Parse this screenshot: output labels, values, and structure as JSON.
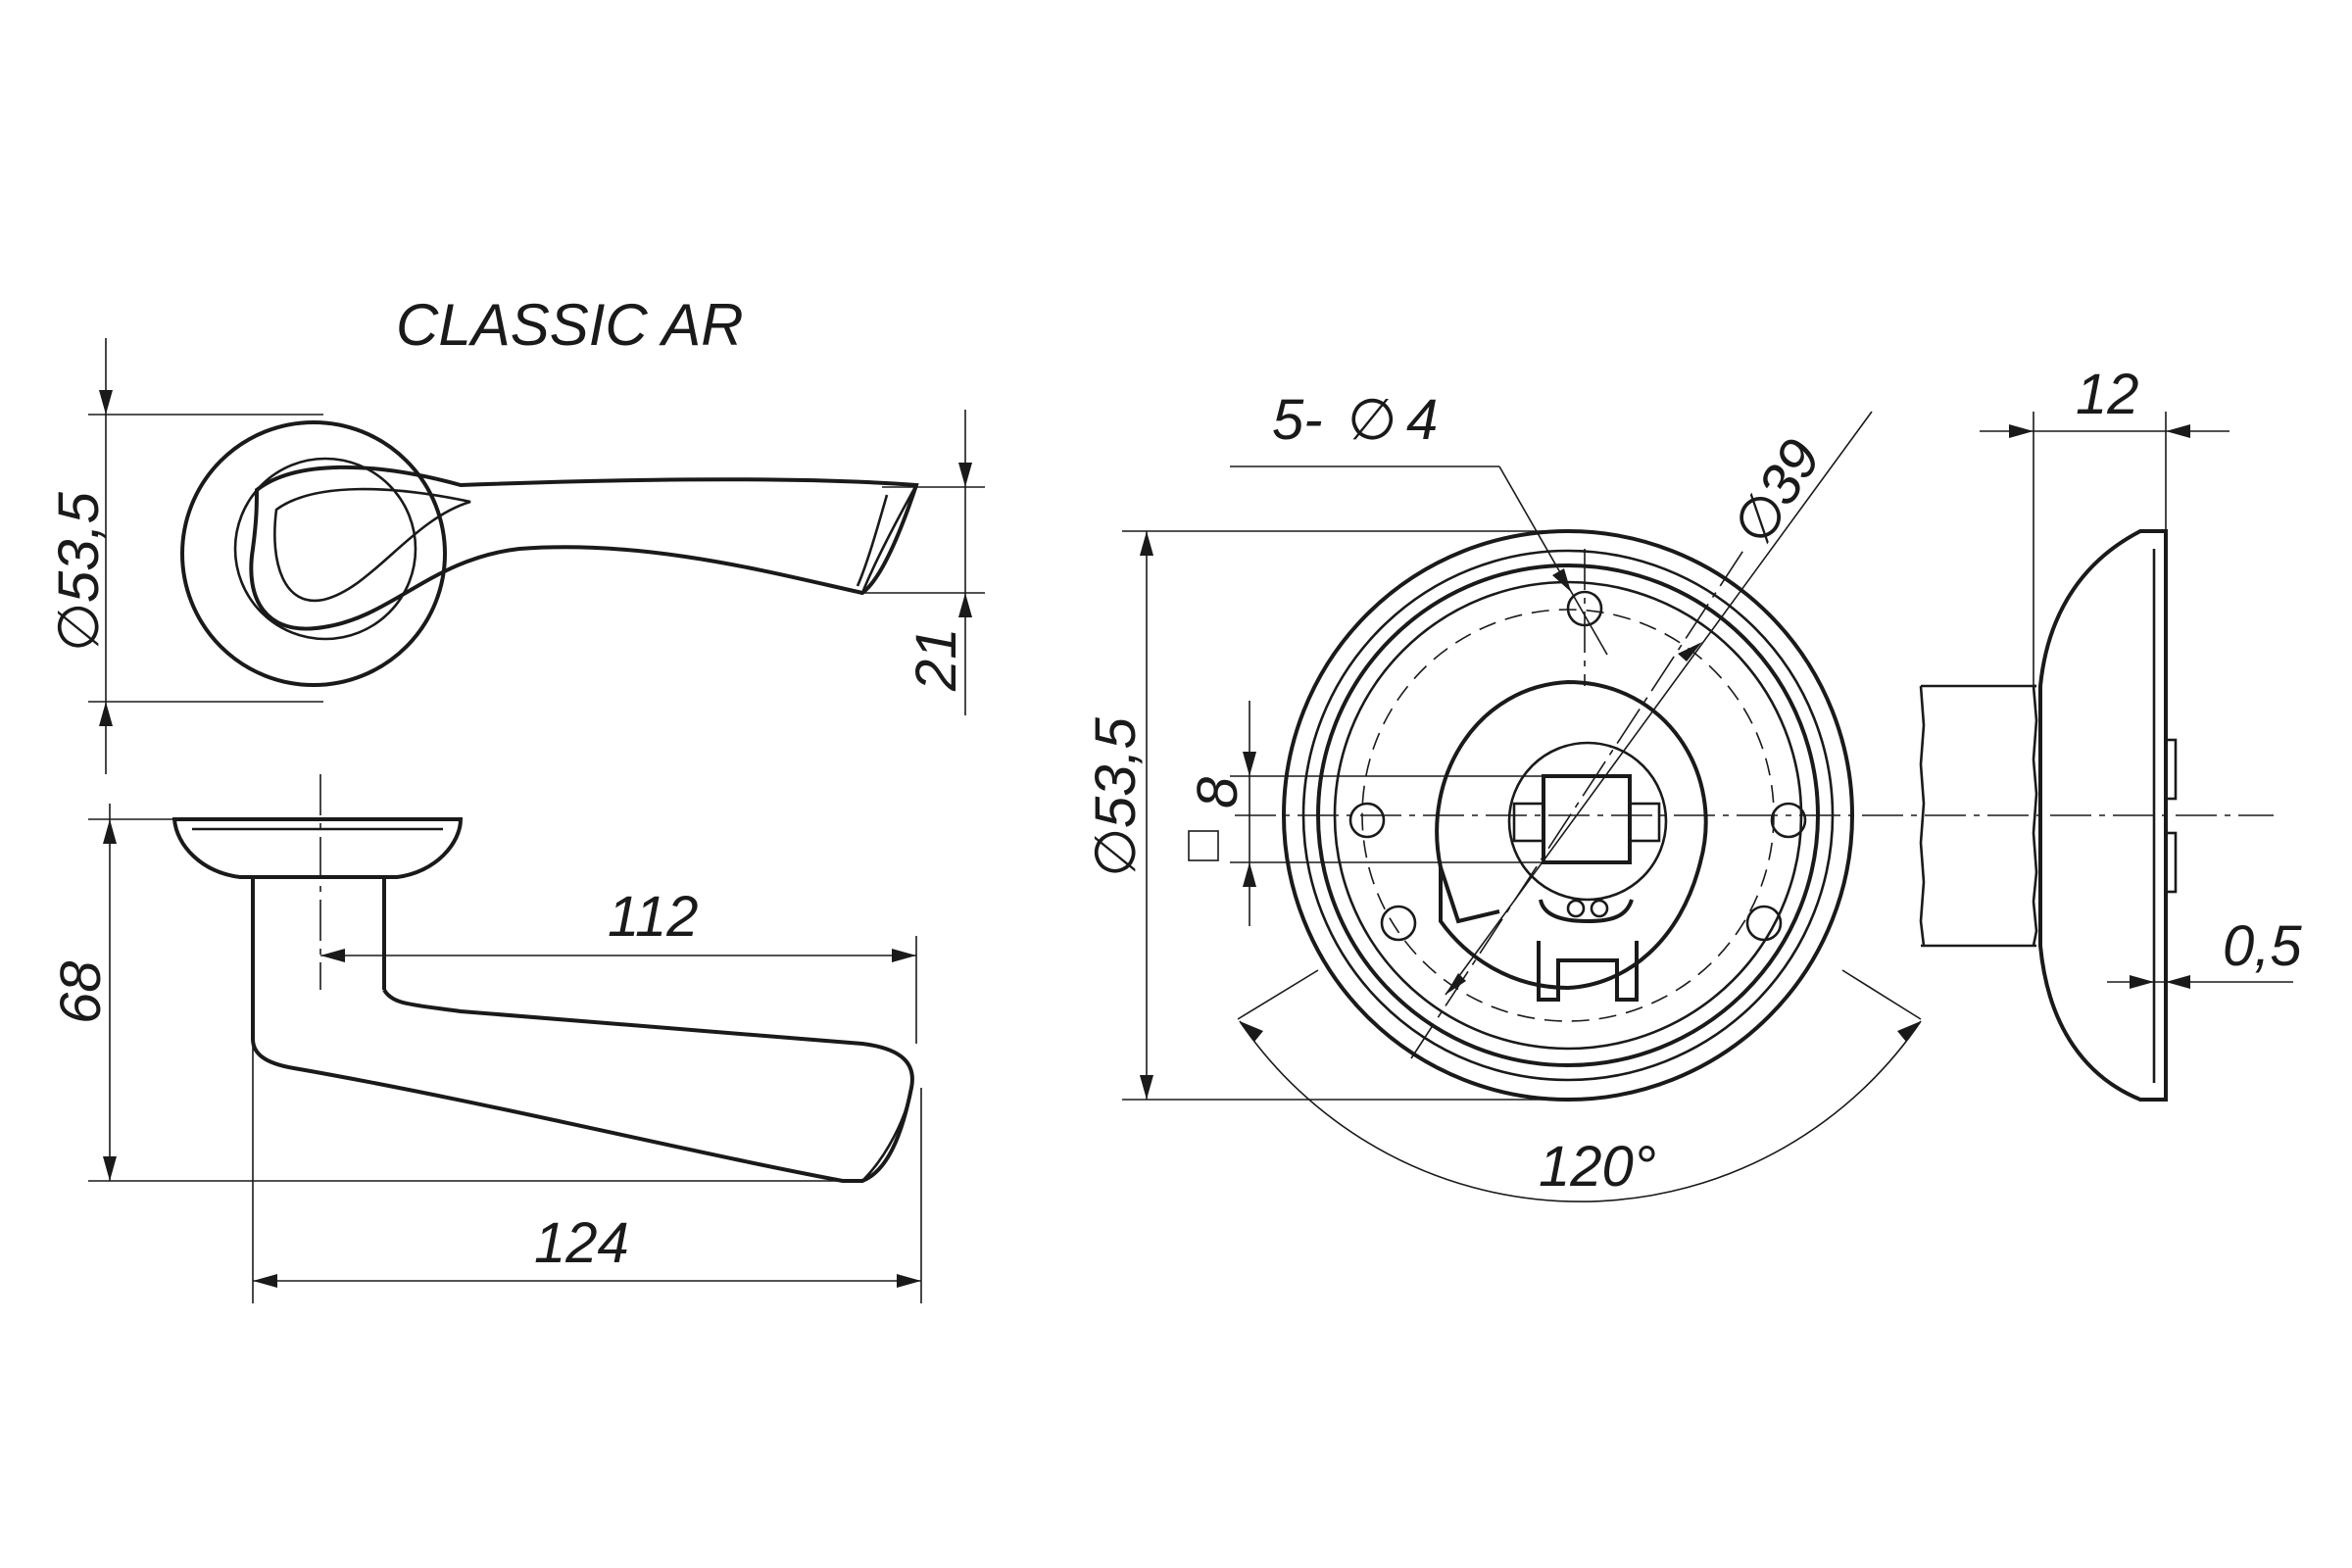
{
  "title": "CLASSIC AR",
  "dimensions": {
    "rosette_diameter_left": "53,5",
    "handle_thickness": "21",
    "lever_reach": "112",
    "overall_length": "124",
    "projection": "68",
    "holes_spec": "5-",
    "holes_diameter": "4",
    "bolt_circle": "39",
    "rosette_diameter_front": "53,5",
    "square_spindle": "8",
    "angle": "120°",
    "rosette_depth": "12",
    "gap": "0,5"
  },
  "symbols": {
    "diameter": "∅",
    "square": "□"
  }
}
